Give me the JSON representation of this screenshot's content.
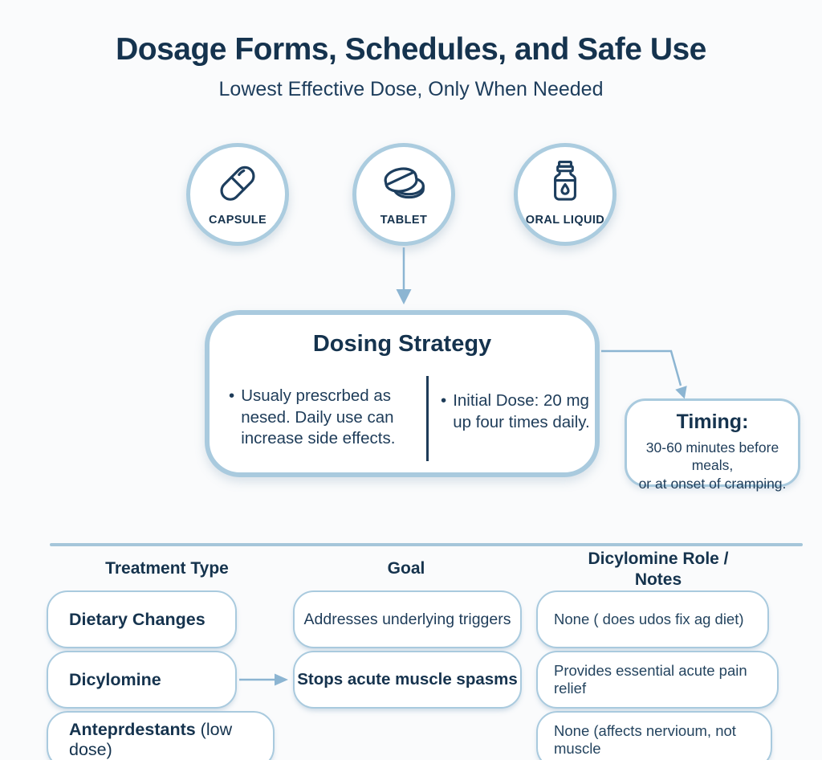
{
  "header": {
    "title": "Dosage Forms, Schedules, and Safe Use",
    "subtitle": "Lowest Effective Dose, Only When Needed"
  },
  "forms": [
    {
      "icon": "capsule-icon",
      "label": "CAPSULE"
    },
    {
      "icon": "tablet-icon",
      "label": "TABLET"
    },
    {
      "icon": "oral-liquid-bottle-icon",
      "label": "ORAL LIQUID"
    }
  ],
  "dosing": {
    "title": "Dosing Strategy",
    "bullet_glyph": "•",
    "bullet_left": "Usualy prescrbed as nesed. Daily use can increase side effects.",
    "bullet_right": "Initial Dose: 20 mg up four times daily."
  },
  "timing": {
    "title": "Timing:",
    "line1": "30-60 minutes before meals,",
    "line2": "or at onset of cramping."
  },
  "table": {
    "headers": [
      "Treatment Type",
      "Goal",
      "Dicylomine Role / Notes"
    ],
    "header3_lines": [
      "Dicylomine Role /",
      "Notes"
    ],
    "rows": [
      {
        "treatment": "Dietary Changes",
        "goal": "Addresses underlying triggers",
        "notes": "None ( does udos fix ag diet)"
      },
      {
        "treatment": "Dicylomine",
        "goal": "Stops acute muscle spasms",
        "notes": "Provides essential acute pain relief"
      },
      {
        "treatment": "Anteprdestants",
        "treatment_suffix": " (low dose)",
        "goal": "",
        "notes": "None (affects nervioum, not muscle"
      }
    ]
  },
  "colors": {
    "navy_text": "#16334e",
    "box_border_blue": "#a9cade",
    "arrow_blue": "#8cb5d2",
    "background": "#fafbfc"
  }
}
